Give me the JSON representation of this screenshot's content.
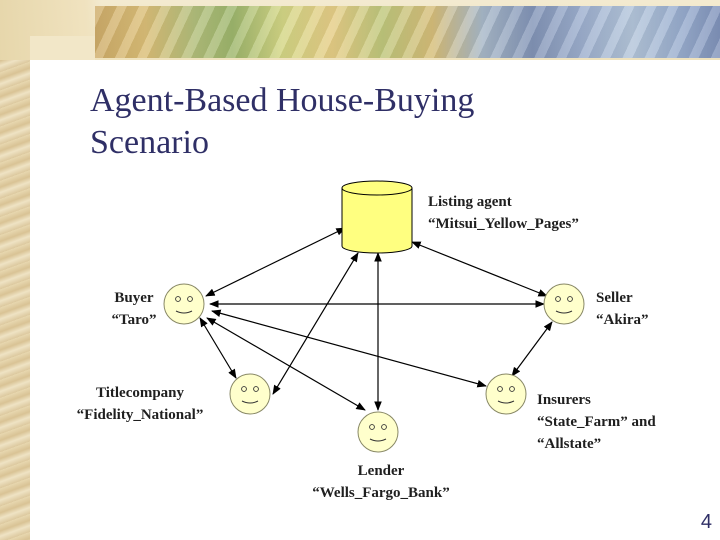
{
  "title": {
    "line1": "Agent-Based House-Buying",
    "line2": "Scenario"
  },
  "listing_agent": {
    "role": "Listing agent",
    "name": "“Mitsui_Yellow_Pages”"
  },
  "buyer": {
    "role": "Buyer",
    "name": "“Taro”"
  },
  "seller": {
    "role": "Seller",
    "name": "“Akira”"
  },
  "titlecompany": {
    "role": "Titlecompany",
    "name": "“Fidelity_National”"
  },
  "insurers": {
    "role": "Insurers",
    "name": "“State_Farm” and",
    "name2": "“Allstate”"
  },
  "lender": {
    "role": "Lender",
    "name": "“Wells_Fargo_Bank”"
  },
  "page_number": "4",
  "colors": {
    "title": "#2f2f66",
    "database": "#ffff80",
    "face": "#ffffcc"
  }
}
